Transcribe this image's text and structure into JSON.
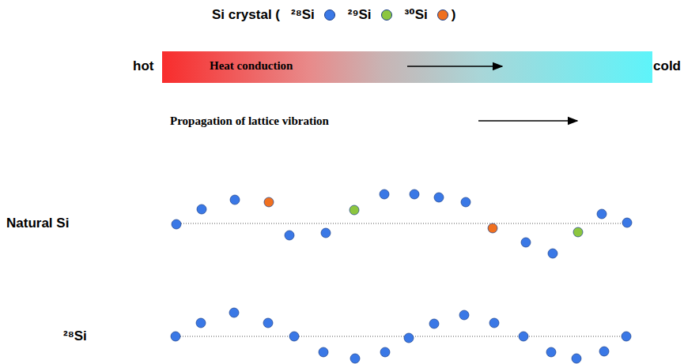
{
  "diagram": {
    "nodes": [
      {
        "text": [
          "Heat conduction"
        ]
      }
    ],
    "labels": [
      "Si crystal (",
      ")",
      "hot",
      "cold",
      "Propagation of lattice vibration",
      "Natural Si",
      "²⁸Si"
    ],
    "legend": [
      {
        "text": "²⁸Si",
        "color": "#3a78e6"
      },
      {
        "text": "²⁹Si",
        "color": "#8cc63f"
      },
      {
        "text": "³⁰Si",
        "color": "#f07020"
      }
    ]
  }
}
